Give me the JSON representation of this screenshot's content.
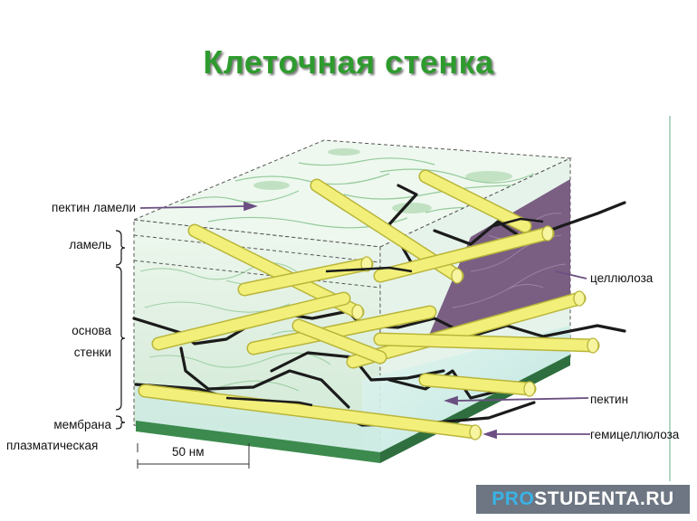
{
  "title": "Клеточная стенка",
  "labels": {
    "pectin_lamella": "пектин ламели",
    "lamella": "ламель",
    "wall_matrix_line1": "основа",
    "wall_matrix_line2": "стенки",
    "membrane_line1": "мембрана",
    "membrane_line2": "плазматическая",
    "cellulose": "целлюлоза",
    "pectin": "пектин",
    "hemicellulose": "гемицеллюлоза",
    "scale": "50 нм"
  },
  "brand": {
    "accent": "PRO",
    "rest": "STUDENTA.RU"
  },
  "colors": {
    "title": "#2e9b2e",
    "fibril": "#f2f07a",
    "fibril_edge": "#b9b53a",
    "pectin_layer": "#6e4f78",
    "membrane": "#3c8a4e",
    "matrix_fill": "#d9eedd",
    "brand_bg": "#6d7682",
    "brand_accent": "#39b3e6"
  }
}
